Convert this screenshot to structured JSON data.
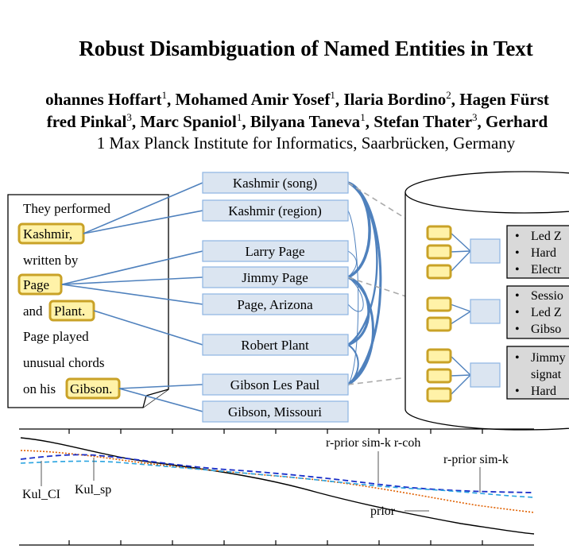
{
  "paper": {
    "title": "Robust Disambiguation of Named Entities in Text",
    "authors_line1": [
      {
        "name": "ohannes Hoffart",
        "sup": "1"
      },
      {
        "name": "Mohamed Amir Yosef",
        "sup": "1"
      },
      {
        "name": "Ilaria Bordino",
        "sup": "2"
      },
      {
        "name": "Hagen Fürst",
        "sup": ""
      }
    ],
    "authors_line2": [
      {
        "name": "fred Pinkal",
        "sup": "3"
      },
      {
        "name": "Marc Spaniol",
        "sup": "1"
      },
      {
        "name": "Bilyana Taneva",
        "sup": "1"
      },
      {
        "name": "Stefan Thater",
        "sup": "3"
      },
      {
        "name": "Gerhard",
        "sup": ""
      }
    ],
    "affiliation": "1 Max Planck Institute for Informatics, Saarbrücken, Germany"
  },
  "figure1": {
    "document_lines": [
      "They performed",
      "Kashmir,",
      "written by",
      "Page",
      "and",
      "Plant.",
      "Page played",
      "unusual chords",
      "on his",
      "Gibson."
    ],
    "candidates": [
      "Kashmir (song)",
      "Kashmir (region)",
      "Larry Page",
      "Jimmy Page",
      "Page, Arizona",
      "Robert Plant",
      "Gibson Les Paul",
      "Gibson, Missouri"
    ],
    "kb_groups": [
      [
        "Led Z",
        "Hard",
        "Electr"
      ],
      [
        "Sessio",
        "Led Z",
        "Gibso"
      ],
      [
        "Jimmy",
        "signat",
        "Hard"
      ]
    ],
    "colors": {
      "edge": "#4f81bd",
      "box_fill": "#dbe5f1",
      "box_stroke": "#8eb4e3",
      "mention_fill": "#fff2a8",
      "mention_stroke": "#c9a227",
      "dashed": "#aaaaaa",
      "kb_box": "#d9d9d9"
    }
  },
  "figure2": {
    "labels": {
      "kul_ci": "Kul_CI",
      "kul_sp": "Kul_sp",
      "r_prior_simk_rcoh": "r-prior sim-k r-coh",
      "r_prior_simk": "r-prior sim-k",
      "prior": "prior"
    },
    "series": [
      {
        "name": "prior",
        "color": "#000000",
        "style": "solid"
      },
      {
        "name": "r-prior sim-k r-coh",
        "color": "#e06000",
        "style": "dotted"
      },
      {
        "name": "r-prior sim-k",
        "color": "#1a2fc8",
        "style": "dashed"
      },
      {
        "name": "Kul_sp",
        "color": "#29a3e0",
        "style": "dashed"
      }
    ]
  }
}
